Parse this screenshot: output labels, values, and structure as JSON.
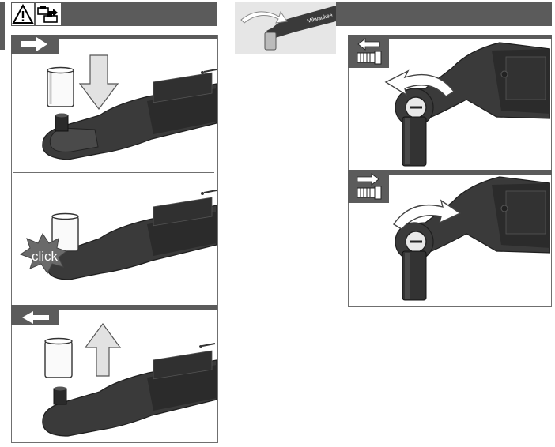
{
  "page": {
    "left_header": {
      "icons": [
        "warning-icon",
        "battery-removal-icon"
      ]
    },
    "right_header": {
      "image": "ratchet-direction-thumbnail"
    },
    "thumbnail_brand": "Milwaukee",
    "steps": [
      {
        "id": "install",
        "direction": "right",
        "icon": "arrow-right-icon"
      },
      {
        "id": "lock",
        "callout": "click"
      },
      {
        "id": "remove",
        "direction": "left",
        "icon": "arrow-left-icon"
      }
    ],
    "direction_panels": [
      {
        "id": "loosen",
        "icon": "loosen-bolt-icon",
        "rotation": "counterclockwise"
      },
      {
        "id": "tighten",
        "icon": "tighten-bolt-icon",
        "rotation": "clockwise"
      }
    ],
    "colors": {
      "header": "#5b5b5b",
      "tool_body": "#3a3a3a",
      "tool_dark": "#242424"
    }
  }
}
